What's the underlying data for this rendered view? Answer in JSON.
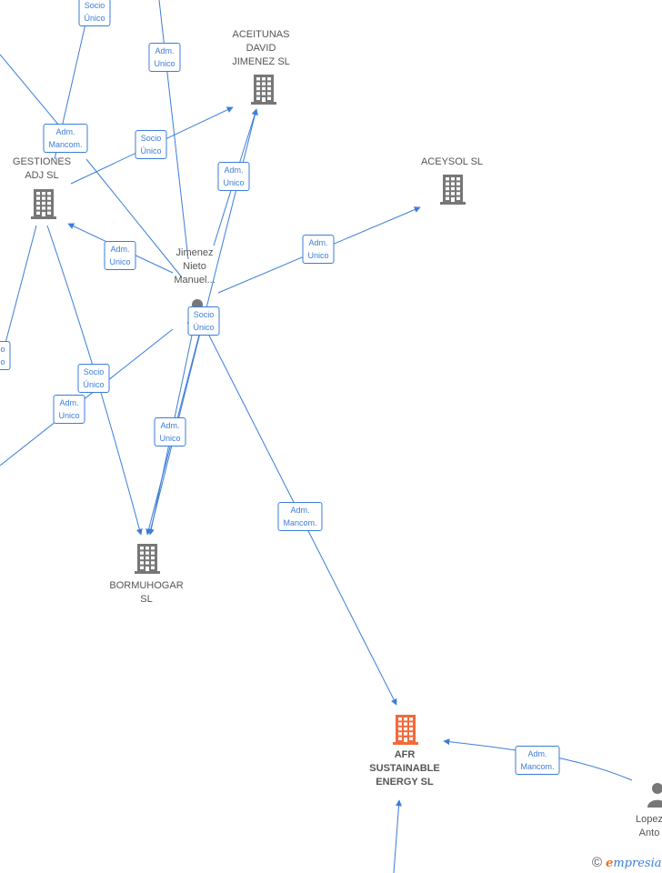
{
  "nodes": {
    "aceitunas": {
      "label": "ACEITUNAS\nDAVID\nJIMENEZ  SL",
      "icon": "building-icon",
      "color": "#777777"
    },
    "aceysol": {
      "label": "ACEYSOL  SL",
      "icon": "building-icon",
      "color": "#777777"
    },
    "gestiones": {
      "label": "GESTIONES\nADJ  SL",
      "icon": "building-icon",
      "color": "#777777"
    },
    "bormuhogar": {
      "label": "BORMUHOGAR\nSL",
      "icon": "building-icon",
      "color": "#777777"
    },
    "afr": {
      "label": "AFR\nSUSTAINABLE\nENERGY  SL",
      "icon": "building-icon",
      "color": "#f26a3b"
    },
    "jimenez": {
      "label": "Jimenez\nNieto\nManuel...",
      "icon": "person-icon",
      "color": "#777777"
    },
    "lopez": {
      "label": "Lopez\nAnto",
      "icon": "person-icon",
      "color": "#777777"
    }
  },
  "edge_labels": [
    "Socio\nÚnico",
    "Adm.\nUnico",
    "Adm.\nMancom.",
    "Socio\nÚnico",
    "Adm.\nUnico",
    "Adm.\nUnico",
    "Adm.\nUnico",
    "Socio\nÚnico",
    "o\no",
    "Socio\nÚnico",
    "Adm.\nUnico",
    "Adm.\nUnico",
    "Adm.\nMancom.",
    "Adm.\nMancom."
  ],
  "brand": {
    "symbol": "©",
    "initial": "e",
    "rest": "mpresia"
  },
  "colors": {
    "edge": "#3b7dd8",
    "node": "#777777",
    "highlight": "#f26a3b"
  }
}
